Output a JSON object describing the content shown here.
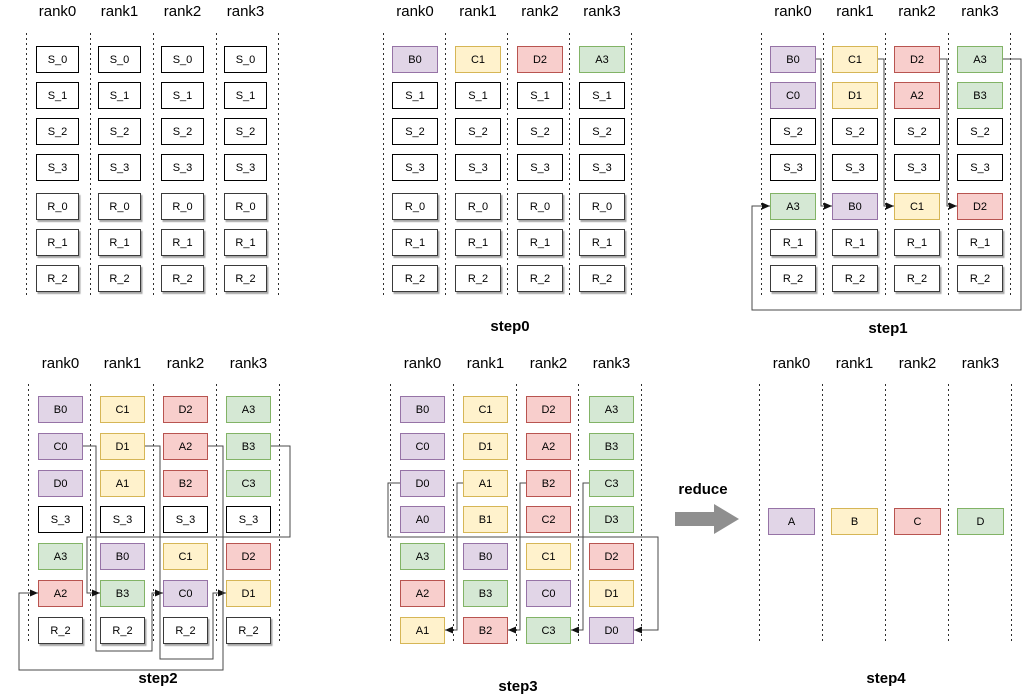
{
  "reduce_label": "reduce",
  "colors": {
    "purple": {
      "fill": "#e1d5e7",
      "stroke": "#9673a6"
    },
    "yellow": {
      "fill": "#fff2cc",
      "stroke": "#d6b656"
    },
    "red": {
      "fill": "#f8cecc",
      "stroke": "#b85450"
    },
    "green": {
      "fill": "#d5e8d4",
      "stroke": "#82b366"
    },
    "plain": {
      "fill": "#ffffff",
      "stroke": "#000000"
    },
    "recv": {
      "fill": "#ffffff",
      "stroke": "#3a3a3a"
    }
  },
  "panels": [
    {
      "id": "initial",
      "label": null,
      "headers": [
        "rank0",
        "rank1",
        "rank2",
        "rank3"
      ],
      "columns": [
        [
          {
            "t": "S_0",
            "c": "plain"
          },
          {
            "t": "S_1",
            "c": "plain"
          },
          {
            "t": "S_2",
            "c": "plain"
          },
          {
            "t": "S_3",
            "c": "plain"
          },
          {
            "t": "R_0",
            "c": "recv"
          },
          {
            "t": "R_1",
            "c": "recv"
          },
          {
            "t": "R_2",
            "c": "recv"
          }
        ],
        [
          {
            "t": "S_0",
            "c": "plain"
          },
          {
            "t": "S_1",
            "c": "plain"
          },
          {
            "t": "S_2",
            "c": "plain"
          },
          {
            "t": "S_3",
            "c": "plain"
          },
          {
            "t": "R_0",
            "c": "recv"
          },
          {
            "t": "R_1",
            "c": "recv"
          },
          {
            "t": "R_2",
            "c": "recv"
          }
        ],
        [
          {
            "t": "S_0",
            "c": "plain"
          },
          {
            "t": "S_1",
            "c": "plain"
          },
          {
            "t": "S_2",
            "c": "plain"
          },
          {
            "t": "S_3",
            "c": "plain"
          },
          {
            "t": "R_0",
            "c": "recv"
          },
          {
            "t": "R_1",
            "c": "recv"
          },
          {
            "t": "R_2",
            "c": "recv"
          }
        ],
        [
          {
            "t": "S_0",
            "c": "plain"
          },
          {
            "t": "S_1",
            "c": "plain"
          },
          {
            "t": "S_2",
            "c": "plain"
          },
          {
            "t": "S_3",
            "c": "plain"
          },
          {
            "t": "R_0",
            "c": "recv"
          },
          {
            "t": "R_1",
            "c": "recv"
          },
          {
            "t": "R_2",
            "c": "recv"
          }
        ]
      ]
    },
    {
      "id": "step0",
      "label": "step0",
      "headers": [
        "rank0",
        "rank1",
        "rank2",
        "rank3"
      ],
      "columns": [
        [
          {
            "t": "B0",
            "c": "purple"
          },
          {
            "t": "S_1",
            "c": "plain"
          },
          {
            "t": "S_2",
            "c": "plain"
          },
          {
            "t": "S_3",
            "c": "plain"
          },
          {
            "t": "R_0",
            "c": "recv"
          },
          {
            "t": "R_1",
            "c": "recv"
          },
          {
            "t": "R_2",
            "c": "recv"
          }
        ],
        [
          {
            "t": "C1",
            "c": "yellow"
          },
          {
            "t": "S_1",
            "c": "plain"
          },
          {
            "t": "S_2",
            "c": "plain"
          },
          {
            "t": "S_3",
            "c": "plain"
          },
          {
            "t": "R_0",
            "c": "recv"
          },
          {
            "t": "R_1",
            "c": "recv"
          },
          {
            "t": "R_2",
            "c": "recv"
          }
        ],
        [
          {
            "t": "D2",
            "c": "red"
          },
          {
            "t": "S_1",
            "c": "plain"
          },
          {
            "t": "S_2",
            "c": "plain"
          },
          {
            "t": "S_3",
            "c": "plain"
          },
          {
            "t": "R_0",
            "c": "recv"
          },
          {
            "t": "R_1",
            "c": "recv"
          },
          {
            "t": "R_2",
            "c": "recv"
          }
        ],
        [
          {
            "t": "A3",
            "c": "green"
          },
          {
            "t": "S_1",
            "c": "plain"
          },
          {
            "t": "S_2",
            "c": "plain"
          },
          {
            "t": "S_3",
            "c": "plain"
          },
          {
            "t": "R_0",
            "c": "recv"
          },
          {
            "t": "R_1",
            "c": "recv"
          },
          {
            "t": "R_2",
            "c": "recv"
          }
        ]
      ]
    },
    {
      "id": "step1",
      "label": "step1",
      "headers": [
        "rank0",
        "rank1",
        "rank2",
        "rank3"
      ],
      "columns": [
        [
          {
            "t": "B0",
            "c": "purple"
          },
          {
            "t": "C0",
            "c": "purple"
          },
          {
            "t": "S_2",
            "c": "plain"
          },
          {
            "t": "S_3",
            "c": "plain"
          },
          {
            "t": "A3",
            "c": "green"
          },
          {
            "t": "R_1",
            "c": "recv"
          },
          {
            "t": "R_2",
            "c": "recv"
          }
        ],
        [
          {
            "t": "C1",
            "c": "yellow"
          },
          {
            "t": "D1",
            "c": "yellow"
          },
          {
            "t": "S_2",
            "c": "plain"
          },
          {
            "t": "S_3",
            "c": "plain"
          },
          {
            "t": "B0",
            "c": "purple"
          },
          {
            "t": "R_1",
            "c": "recv"
          },
          {
            "t": "R_2",
            "c": "recv"
          }
        ],
        [
          {
            "t": "D2",
            "c": "red"
          },
          {
            "t": "A2",
            "c": "red"
          },
          {
            "t": "S_2",
            "c": "plain"
          },
          {
            "t": "S_3",
            "c": "plain"
          },
          {
            "t": "C1",
            "c": "yellow"
          },
          {
            "t": "R_1",
            "c": "recv"
          },
          {
            "t": "R_2",
            "c": "recv"
          }
        ],
        [
          {
            "t": "A3",
            "c": "green"
          },
          {
            "t": "B3",
            "c": "green"
          },
          {
            "t": "S_2",
            "c": "plain"
          },
          {
            "t": "S_3",
            "c": "plain"
          },
          {
            "t": "D2",
            "c": "red"
          },
          {
            "t": "R_1",
            "c": "recv"
          },
          {
            "t": "R_2",
            "c": "recv"
          }
        ]
      ]
    },
    {
      "id": "step2",
      "label": "step2",
      "headers": [
        "rank0",
        "rank1",
        "rank2",
        "rank3"
      ],
      "columns": [
        [
          {
            "t": "B0",
            "c": "purple"
          },
          {
            "t": "C0",
            "c": "purple"
          },
          {
            "t": "D0",
            "c": "purple"
          },
          {
            "t": "S_3",
            "c": "plain"
          },
          {
            "t": "A3",
            "c": "green"
          },
          {
            "t": "A2",
            "c": "red"
          },
          {
            "t": "R_2",
            "c": "recv"
          }
        ],
        [
          {
            "t": "C1",
            "c": "yellow"
          },
          {
            "t": "D1",
            "c": "yellow"
          },
          {
            "t": "A1",
            "c": "yellow"
          },
          {
            "t": "S_3",
            "c": "plain"
          },
          {
            "t": "B0",
            "c": "purple"
          },
          {
            "t": "B3",
            "c": "green"
          },
          {
            "t": "R_2",
            "c": "recv"
          }
        ],
        [
          {
            "t": "D2",
            "c": "red"
          },
          {
            "t": "A2",
            "c": "red"
          },
          {
            "t": "B2",
            "c": "red"
          },
          {
            "t": "S_3",
            "c": "plain"
          },
          {
            "t": "C1",
            "c": "yellow"
          },
          {
            "t": "C0",
            "c": "purple"
          },
          {
            "t": "R_2",
            "c": "recv"
          }
        ],
        [
          {
            "t": "A3",
            "c": "green"
          },
          {
            "t": "B3",
            "c": "green"
          },
          {
            "t": "C3",
            "c": "green"
          },
          {
            "t": "S_3",
            "c": "plain"
          },
          {
            "t": "D2",
            "c": "red"
          },
          {
            "t": "D1",
            "c": "yellow"
          },
          {
            "t": "R_2",
            "c": "recv"
          }
        ]
      ]
    },
    {
      "id": "step3",
      "label": "step3",
      "headers": [
        "rank0",
        "rank1",
        "rank2",
        "rank3"
      ],
      "columns": [
        [
          {
            "t": "B0",
            "c": "purple"
          },
          {
            "t": "C0",
            "c": "purple"
          },
          {
            "t": "D0",
            "c": "purple"
          },
          {
            "t": "A0",
            "c": "purple"
          },
          {
            "t": "A3",
            "c": "green"
          },
          {
            "t": "A2",
            "c": "red"
          },
          {
            "t": "A1",
            "c": "yellow"
          }
        ],
        [
          {
            "t": "C1",
            "c": "yellow"
          },
          {
            "t": "D1",
            "c": "yellow"
          },
          {
            "t": "A1",
            "c": "yellow"
          },
          {
            "t": "B1",
            "c": "yellow"
          },
          {
            "t": "B0",
            "c": "purple"
          },
          {
            "t": "B3",
            "c": "green"
          },
          {
            "t": "B2",
            "c": "red"
          }
        ],
        [
          {
            "t": "D2",
            "c": "red"
          },
          {
            "t": "A2",
            "c": "red"
          },
          {
            "t": "B2",
            "c": "red"
          },
          {
            "t": "C2",
            "c": "red"
          },
          {
            "t": "C1",
            "c": "yellow"
          },
          {
            "t": "C0",
            "c": "purple"
          },
          {
            "t": "C3",
            "c": "green"
          }
        ],
        [
          {
            "t": "A3",
            "c": "green"
          },
          {
            "t": "B3",
            "c": "green"
          },
          {
            "t": "C3",
            "c": "green"
          },
          {
            "t": "D3",
            "c": "green"
          },
          {
            "t": "D2",
            "c": "red"
          },
          {
            "t": "D1",
            "c": "yellow"
          },
          {
            "t": "D0",
            "c": "purple"
          }
        ]
      ]
    },
    {
      "id": "step4",
      "label": "step4",
      "headers": [
        "rank0",
        "rank1",
        "rank2",
        "rank3"
      ],
      "columns": [
        [
          {
            "t": "A",
            "c": "purple"
          }
        ],
        [
          {
            "t": "B",
            "c": "yellow"
          }
        ],
        [
          {
            "t": "C",
            "c": "red"
          }
        ],
        [
          {
            "t": "D",
            "c": "green"
          }
        ]
      ]
    }
  ]
}
